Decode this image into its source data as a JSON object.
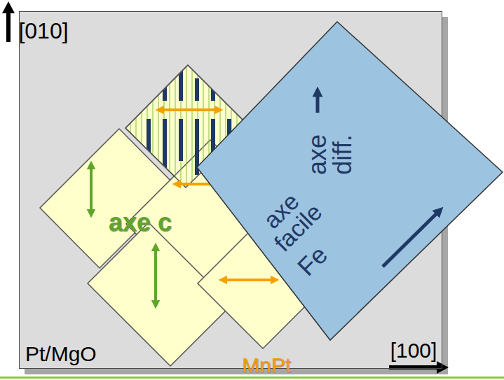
{
  "diagram": {
    "nodes": [
      {
        "text": [
          "Pt/MgO"
        ]
      },
      {
        "text": [
          "axe facile",
          "Fe",
          "axe diff."
        ],
        "in": 0
      }
    ],
    "labels": [
      "[010]",
      "[100]",
      "axe c",
      "MnPt"
    ]
  }
}
